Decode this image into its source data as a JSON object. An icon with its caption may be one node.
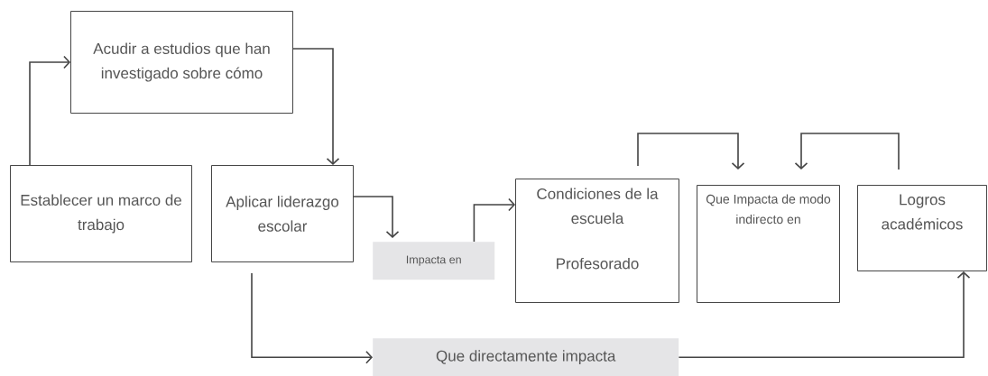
{
  "diagram": {
    "nodes": [
      {
        "text": [
          "Acudir a estudios que han investigado sobre cómo"
        ]
      },
      {
        "text": [
          "Establecer un marco de trabajo"
        ]
      },
      {
        "text": [
          "Aplicar liderazgo escolar"
        ]
      },
      {
        "text": [
          "Impacta en"
        ]
      },
      {
        "text": [
          "Condiciones de la escuela",
          "Profesorado"
        ]
      },
      {
        "text": [
          "Que Impacta de modo indirecto en"
        ]
      },
      {
        "text": [
          "Logros académicos"
        ]
      },
      {
        "text": [
          "Que directamente impacta"
        ]
      }
    ],
    "edges": [
      {
        "from": 1,
        "to": 0,
        "arrow": "to"
      },
      {
        "from": 0,
        "to": 2,
        "arrow": "to"
      },
      {
        "from": 2,
        "to": 3,
        "arrow": "to"
      },
      {
        "from": 3,
        "to": 4,
        "arrow": "to"
      },
      {
        "from": 2,
        "to": 7,
        "arrow": "to"
      },
      {
        "from": 7,
        "to": 6,
        "arrow": "to"
      },
      {
        "from": 4,
        "to": 5,
        "arrow": "to"
      },
      {
        "from": 6,
        "to": 5,
        "arrow": "to"
      }
    ]
  }
}
